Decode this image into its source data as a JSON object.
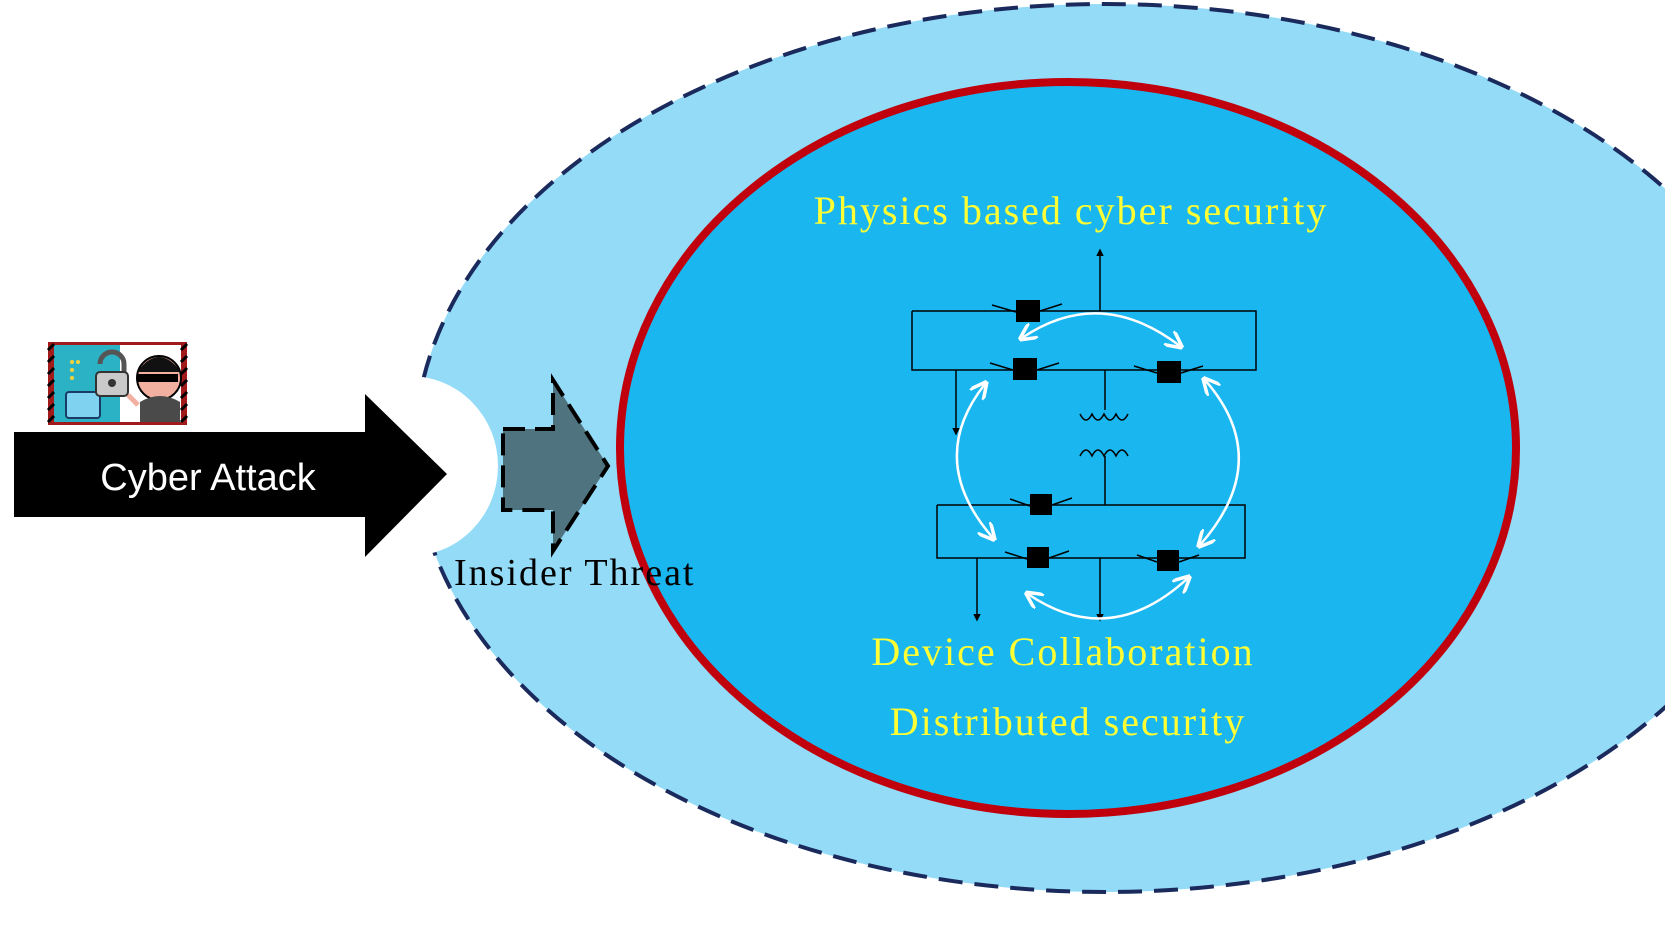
{
  "cyber_attack": {
    "label": "Cyber Attack",
    "icon": "hacker-icon"
  },
  "insider_threat": {
    "label": "Insider Threat"
  },
  "inner_zone": {
    "title": "Physics based cyber security",
    "caption_1": "Device Collaboration",
    "caption_2": "Distributed security"
  },
  "colors": {
    "outer_fill": "#93dbf7",
    "inner_fill": "#1ab6ef",
    "inner_border": "#c0000c",
    "outer_border": "#1a2a5c",
    "threat_arrow": "#4f7480",
    "caption_text": "#ffff33"
  }
}
